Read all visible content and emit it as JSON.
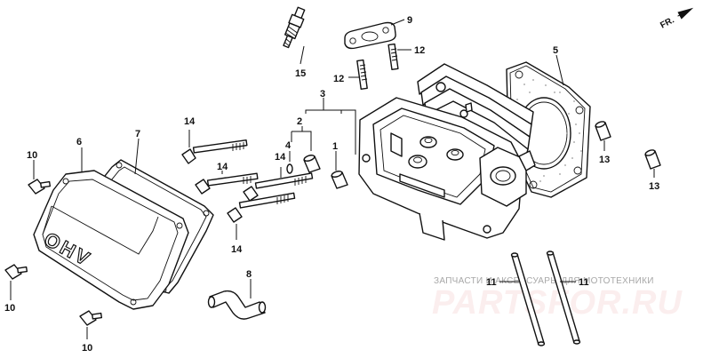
{
  "diagram": {
    "orientation_mark": "FR.",
    "watermark": {
      "subtitle": "ЗАПЧАСТИ И АКСЕССУАРЫ ДЛЯ МОТОТЕХНИКИ",
      "brand": "PARTSFOR.RU",
      "color": "#e03a3a"
    },
    "cover_marking": "OHV",
    "callouts": {
      "c1": "1",
      "c2": "2",
      "c3": "3",
      "c4": "4",
      "c5": "5",
      "c6": "6",
      "c7": "7",
      "c8": "8",
      "c9": "9",
      "c10a": "10",
      "c10b": "10",
      "c10c": "10",
      "c11a": "11",
      "c11b": "11",
      "c12a": "12",
      "c12b": "12",
      "c13a": "13",
      "c13b": "13",
      "c14a": "14",
      "c14b": "14",
      "c14c": "14",
      "c14d": "14",
      "c15": "15"
    }
  }
}
